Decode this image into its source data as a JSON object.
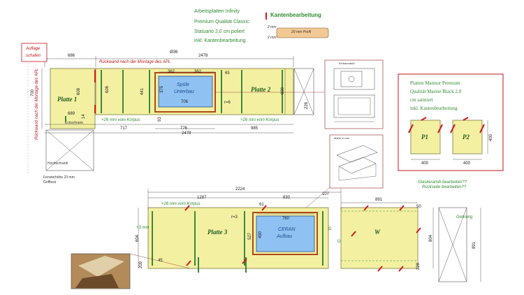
{
  "info": {
    "line1": "Arbeitsplatten Infinity",
    "line2": "Premium Qualität Classic",
    "line3": "Statuario 2,0 cm poliert",
    "line4": "inkl. Kantenbearbeitung"
  },
  "edge_legend": {
    "title": "Kantenbearbeitung",
    "top_label": "2 mm",
    "bottom_label": "2 mm",
    "profile_label": "20 mm Profil"
  },
  "annotation": {
    "line1": "Auflage",
    "line2": "schafen"
  },
  "upper": {
    "dim_686": "686",
    "dim_36": "Ø36",
    "dim_2478_top": "2478",
    "wall_note": "Rückwand nach der Montage des APL",
    "dim_362_left": "362",
    "dim_362_right": "362",
    "dim_65": "65",
    "dim_706": "706",
    "dim_r6": "r=6",
    "dim_689": "689",
    "korpus_note_1": "+26 mm vom Korpus",
    "korpus_note_2": "+26 mm vom Korpus",
    "dim_717": "717",
    "dim_776": "776",
    "dim_985": "985",
    "dim_2478_bottom": "2478",
    "corner_label": "Eckschrank",
    "plate1": "Platte 1",
    "plate2": "Platte 2",
    "sink_label_1": "Spüle",
    "sink_label_2": "Unterbau",
    "dim_700": "700",
    "dim_608": "608",
    "dim_14": "14",
    "dim_606": "606",
    "dim_441": "441",
    "dim_375": "375",
    "dim_93": "93",
    "dim_600": "600",
    "dim_226": "226",
    "wall_note_vertical": "Rückwand nach der Montage des APL",
    "tall_cabinet_label": "Hochschrank",
    "window_note_1": "Fensterhöhe 23 mm",
    "window_note_2": "Griffloss"
  },
  "sink_detail": {
    "label": "Einbaumaße"
  },
  "hob_detail": {
    "label": "Maße in mm"
  },
  "marble": {
    "line1": "Platten Marmor Premium",
    "line2": "Qualität Marine Black 2,0",
    "line3": "cm satiniert",
    "line4": "inkl. Kantenbearbeitung",
    "p1": "P1",
    "p2": "P2",
    "dim_400_a": "400",
    "dim_400_b": "400",
    "dim_400_c": "400"
  },
  "lower": {
    "dim_2224": "2224",
    "dim_1287": "1287",
    "dim_830": "830",
    "dim_107": "107",
    "dim_891_top": "891",
    "w_note_1": "Glaskeramik bearbeiten??",
    "w_note_2": "Rückseite bearbeiten??",
    "korpus_note_3": "+26 mm vom Korpus",
    "dim_61": "61",
    "dim_r3": "r=3",
    "dim_760": "760",
    "plus3mm": "+3 mm",
    "plate3": "Platte 3",
    "hob_label_1": "CERAN",
    "hob_label_2": "Aufbau",
    "w": "W",
    "g_mark": "G",
    "dim_50": "50",
    "gehrung": "Gehrung",
    "dim_45": "45",
    "dim_604": "604",
    "dim_209": "209",
    "dim_527": "527",
    "dim_490": "490",
    "dim_804": "804",
    "dim_228": "228",
    "dim_891_side": "891"
  },
  "colors": {
    "countertop": "#f4f0a2",
    "cutout": "#8fc2f2",
    "edge_marker": "#d11a1a",
    "note_green": "#2e8b2e",
    "annotation_red": "#c0141c"
  }
}
